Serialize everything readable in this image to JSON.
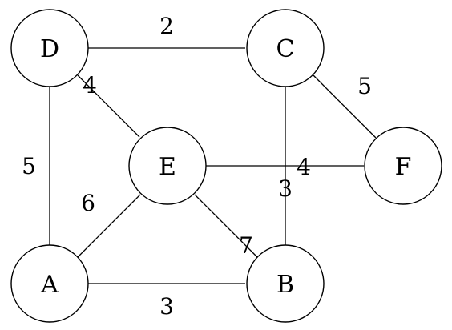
{
  "nodes": {
    "A": {
      "label": "A"
    },
    "B": {
      "label": "B"
    },
    "C": {
      "label": "C"
    },
    "D": {
      "label": "D"
    },
    "E": {
      "label": "E"
    },
    "F": {
      "label": "F"
    }
  },
  "edges": {
    "DC": {
      "from": "D",
      "to": "C",
      "weight": "2"
    },
    "DE": {
      "from": "D",
      "to": "E",
      "weight": "4"
    },
    "DA": {
      "from": "D",
      "to": "A",
      "weight": "5"
    },
    "AE": {
      "from": "A",
      "to": "E",
      "weight": "6"
    },
    "AB": {
      "from": "A",
      "to": "B",
      "weight": "3"
    },
    "EB": {
      "from": "E",
      "to": "B",
      "weight": "7"
    },
    "EF": {
      "from": "E",
      "to": "F",
      "weight": "4"
    },
    "CB": {
      "from": "C",
      "to": "B",
      "weight": "3"
    },
    "CF": {
      "from": "C",
      "to": "F",
      "weight": "5"
    }
  }
}
